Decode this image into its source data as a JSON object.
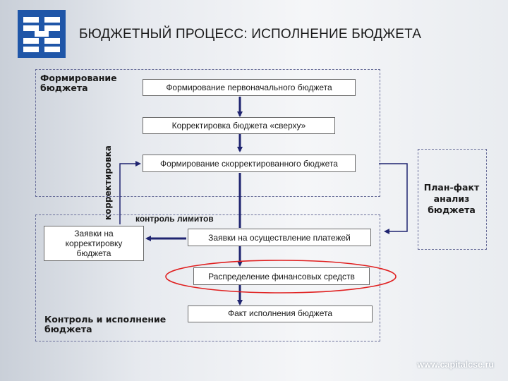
{
  "title": "БЮДЖЕТНЫЙ ПРОЦЕСС: ИСПОЛНЕНИЕ БЮДЖЕТА",
  "regions": {
    "formation": "Формирование бюджета",
    "control": "Контроль и исполнение бюджета"
  },
  "nodes": {
    "initial_budget": "Формирование первоначального бюджета",
    "top_down": "Корректировка бюджета «сверху»",
    "adjusted_budget": "Формирование скорректированного бюджета",
    "limit_control": "контроль лимитов",
    "correction_requests": "Заявки на корректировку бюджета",
    "payment_requests": "Заявки на осуществление платежей",
    "funds_distribution": "Распределение финансовых средств",
    "actual_execution": "Факт исполнения бюджета",
    "plan_fact": "План-факт анализ бюджета"
  },
  "vertical_label": "корректировка",
  "footer": "www.capitalcse.ru",
  "colors": {
    "arrow": "#1f2470",
    "highlight_ellipse": "#e02020",
    "logo": "#1f56a8",
    "region_border": "#6a6f9a"
  },
  "icons": {
    "logo": "company-logo-icon"
  }
}
